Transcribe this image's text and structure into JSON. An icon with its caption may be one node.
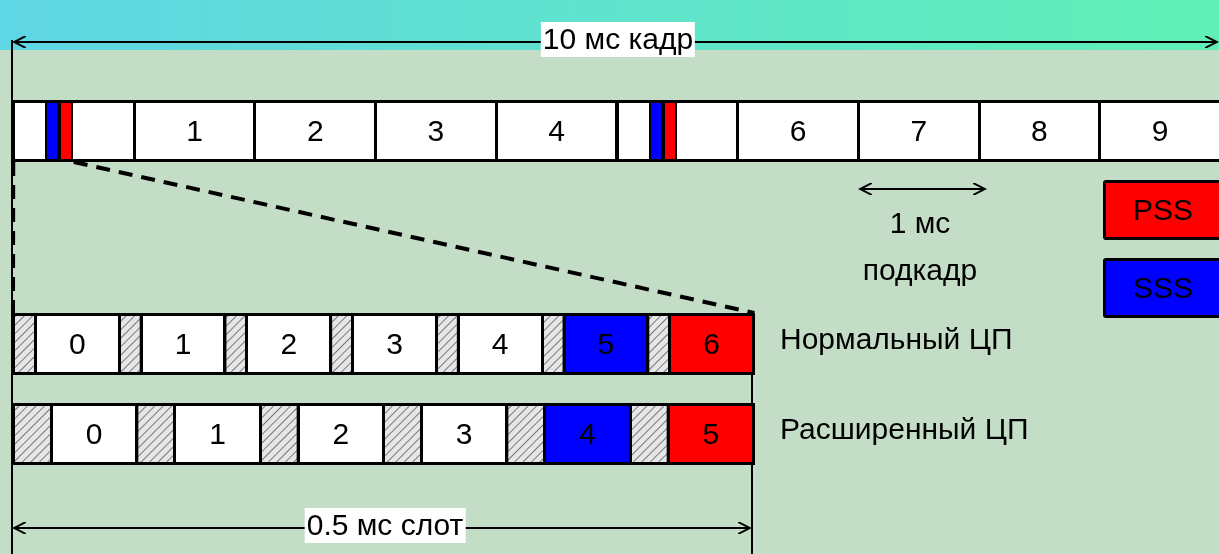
{
  "diagram": {
    "nodes": [
      {
        "text": [],
        "shape": "box"
      },
      {
        "text": [
          "1"
        ]
      },
      {
        "text": [
          "2"
        ]
      },
      {
        "text": [
          "3"
        ]
      },
      {
        "text": [
          "4"
        ]
      },
      {
        "text": [],
        "shape": "box"
      },
      {
        "text": [
          "6"
        ]
      },
      {
        "text": [
          "7"
        ]
      },
      {
        "text": [
          "8"
        ]
      },
      {
        "text": [
          "9"
        ]
      },
      {
        "text": [
          "0"
        ]
      },
      {
        "text": [
          "1"
        ]
      },
      {
        "text": [
          "2"
        ]
      },
      {
        "text": [
          "3"
        ]
      },
      {
        "text": [
          "4"
        ]
      },
      {
        "text": [
          "5"
        ]
      },
      {
        "text": [
          "6"
        ]
      },
      {
        "text": [
          "0"
        ]
      },
      {
        "text": [
          "1"
        ]
      },
      {
        "text": [
          "2"
        ]
      },
      {
        "text": [
          "3"
        ]
      },
      {
        "text": [
          "4"
        ]
      },
      {
        "text": [
          "5"
        ]
      }
    ],
    "edges": [
      {
        "from": 0,
        "to": 10,
        "arrow": "none",
        "style": "dashed"
      },
      {
        "from": 0,
        "to": 16,
        "arrow": "none",
        "style": "dashed"
      }
    ],
    "labels": [
      "10 мс кадр",
      "1 мс подкадр",
      "Нормальный ЦП",
      "Расширенный ЦП",
      "0.5 мс слот"
    ],
    "legend": [
      {
        "text": "PSS",
        "color": "#ff0000"
      },
      {
        "text": "SSS",
        "color": "#0000ff"
      }
    ]
  }
}
